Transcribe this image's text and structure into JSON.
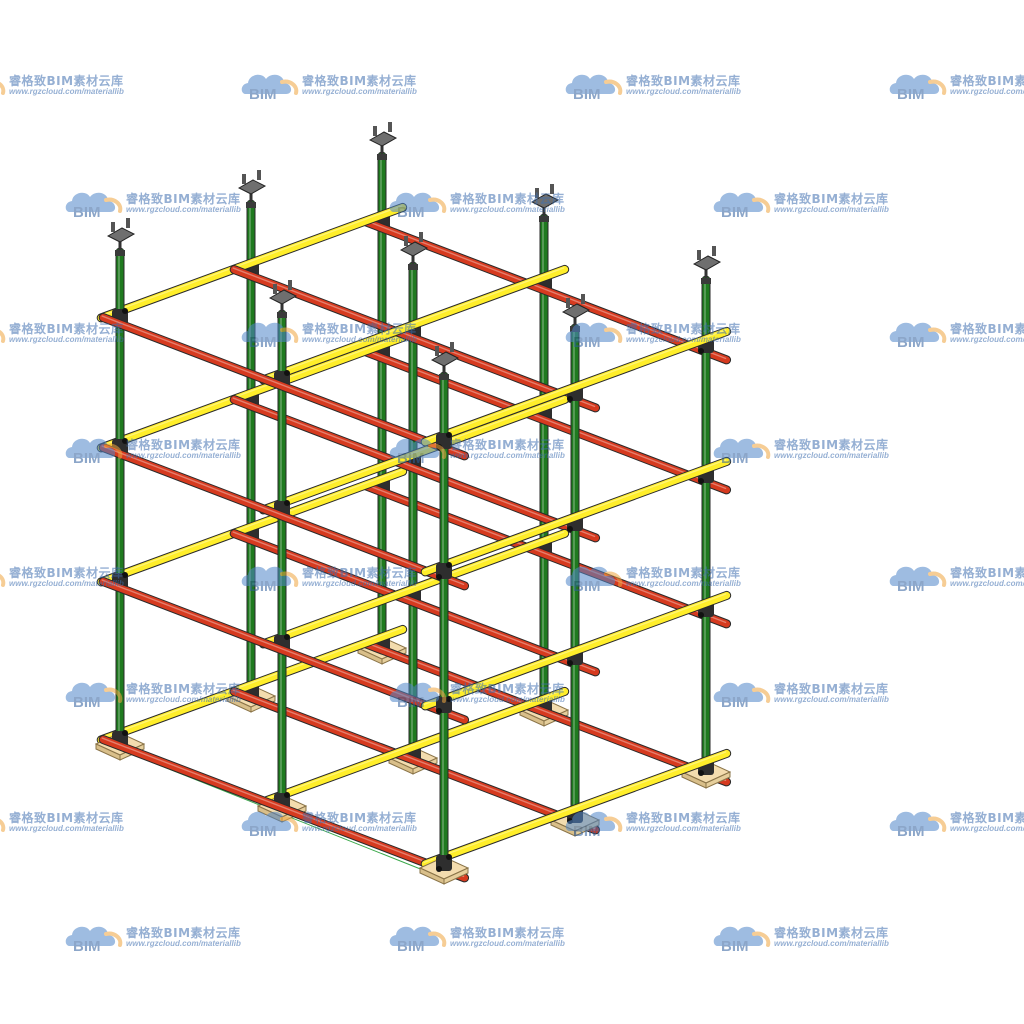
{
  "watermark": {
    "brand": "BIM",
    "title": "睿格致BIM素材云库",
    "url": "www.rgzcloud.com/materiallib",
    "logo_icon": "cloud-bim-logo-icon"
  },
  "scaffold": {
    "description_icon": "scaffold-frame-icon",
    "grid_nodes": {
      "x": 3,
      "y": 3
    },
    "levels": 4,
    "colors": {
      "standard": "#1f7a1f",
      "ledger_x": "#d63a1f",
      "ledger_y": "#ffee2a",
      "base_plate": "#f3dcae",
      "coupler": "#2e2e2e",
      "head_jack": "#6f6f6f",
      "dimension_line": "#3aa84a"
    }
  }
}
